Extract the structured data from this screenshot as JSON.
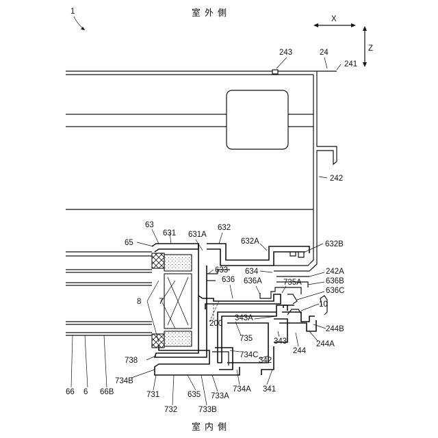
{
  "header": {
    "figure_ref": "1",
    "outdoor_side": "室外側",
    "indoor_side": "室内側",
    "axis_x": "X",
    "axis_z": "Z"
  },
  "labels": {
    "l243": "243",
    "l24": "24",
    "l241": "241",
    "l242": "242",
    "l63": "63",
    "l631": "631",
    "l631A": "631A",
    "l632": "632",
    "l65": "65",
    "l632A": "632A",
    "l632B": "632B",
    "l633": "633",
    "l634": "634",
    "l636": "636",
    "l636A": "636A",
    "l735A": "735A",
    "l242A": "242A",
    "l636B": "636B",
    "l636C": "636C",
    "l10": "10",
    "l8": "8",
    "l7": "7",
    "l200": "200",
    "l343A": "343A",
    "l244B": "244B",
    "l735": "735",
    "l343": "343",
    "l244": "244",
    "l244A": "244A",
    "l738": "738",
    "l734C": "734C",
    "l342": "342",
    "l734B": "734B",
    "l734A": "734A",
    "l341": "341",
    "l66": "66",
    "l6": "6",
    "l66B": "66B",
    "l731": "731",
    "l635": "635",
    "l733A": "733A",
    "l732": "732",
    "l733B": "733B"
  }
}
